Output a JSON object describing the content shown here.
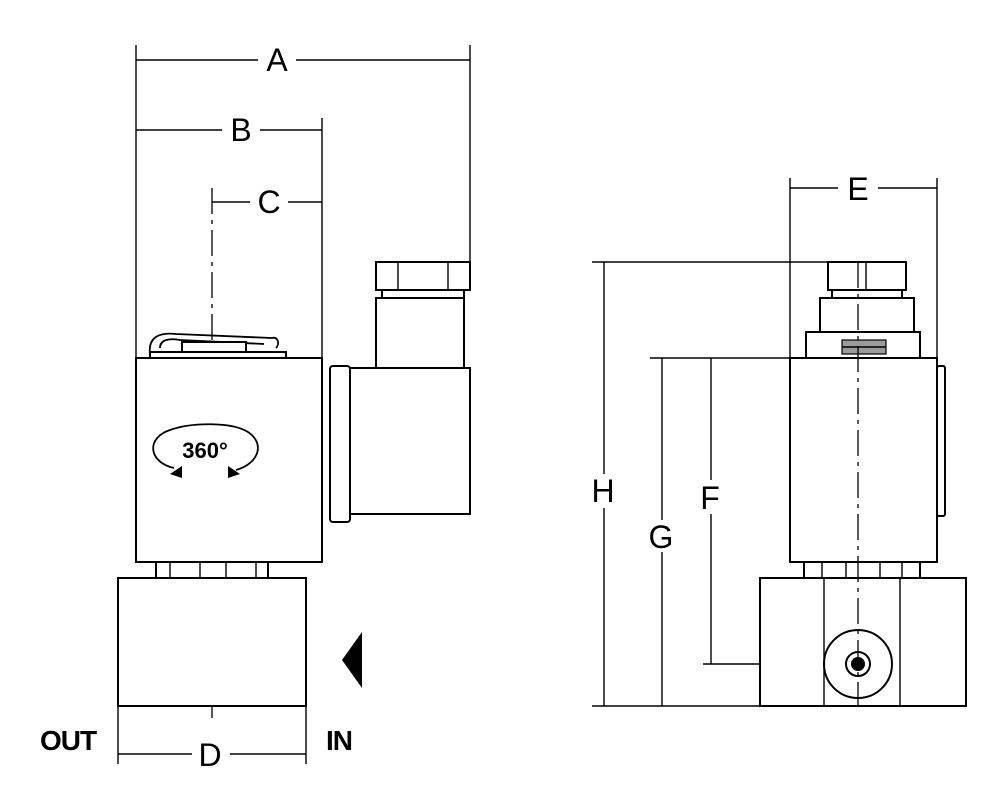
{
  "labels": {
    "A": "A",
    "B": "B",
    "C": "C",
    "D": "D",
    "E": "E",
    "F": "F",
    "G": "G",
    "H": "H",
    "rotation": "360°",
    "outlet": "OUT",
    "inlet": "IN"
  }
}
